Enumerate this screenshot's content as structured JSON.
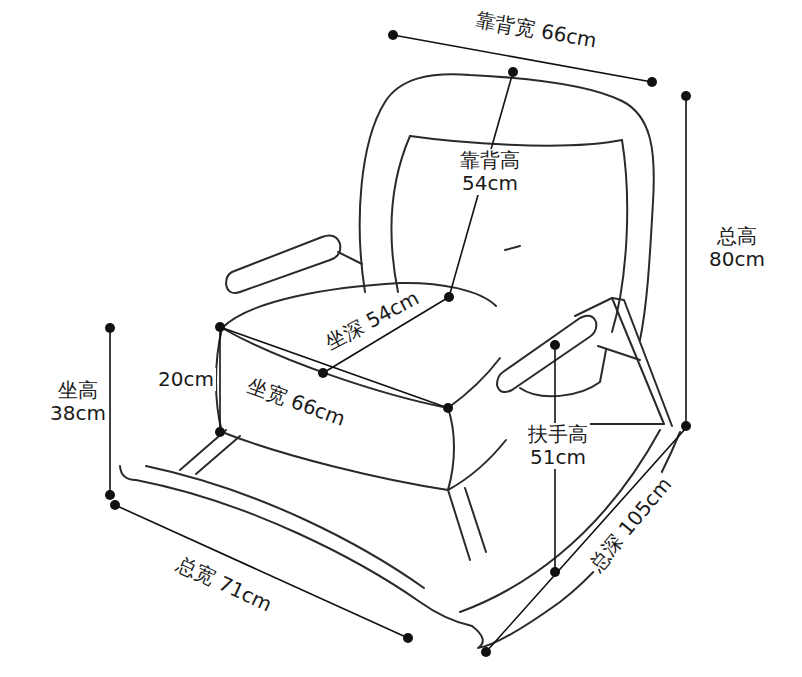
{
  "diagram": {
    "labels": [
      "靠背宽 66cm",
      "靠背高 54cm",
      "总高 80cm",
      "坐深 54cm",
      "20cm",
      "坐宽 66cm",
      "坐高 38cm",
      "扶手高 51cm",
      "总深 105cm",
      "总宽 71cm"
    ]
  }
}
